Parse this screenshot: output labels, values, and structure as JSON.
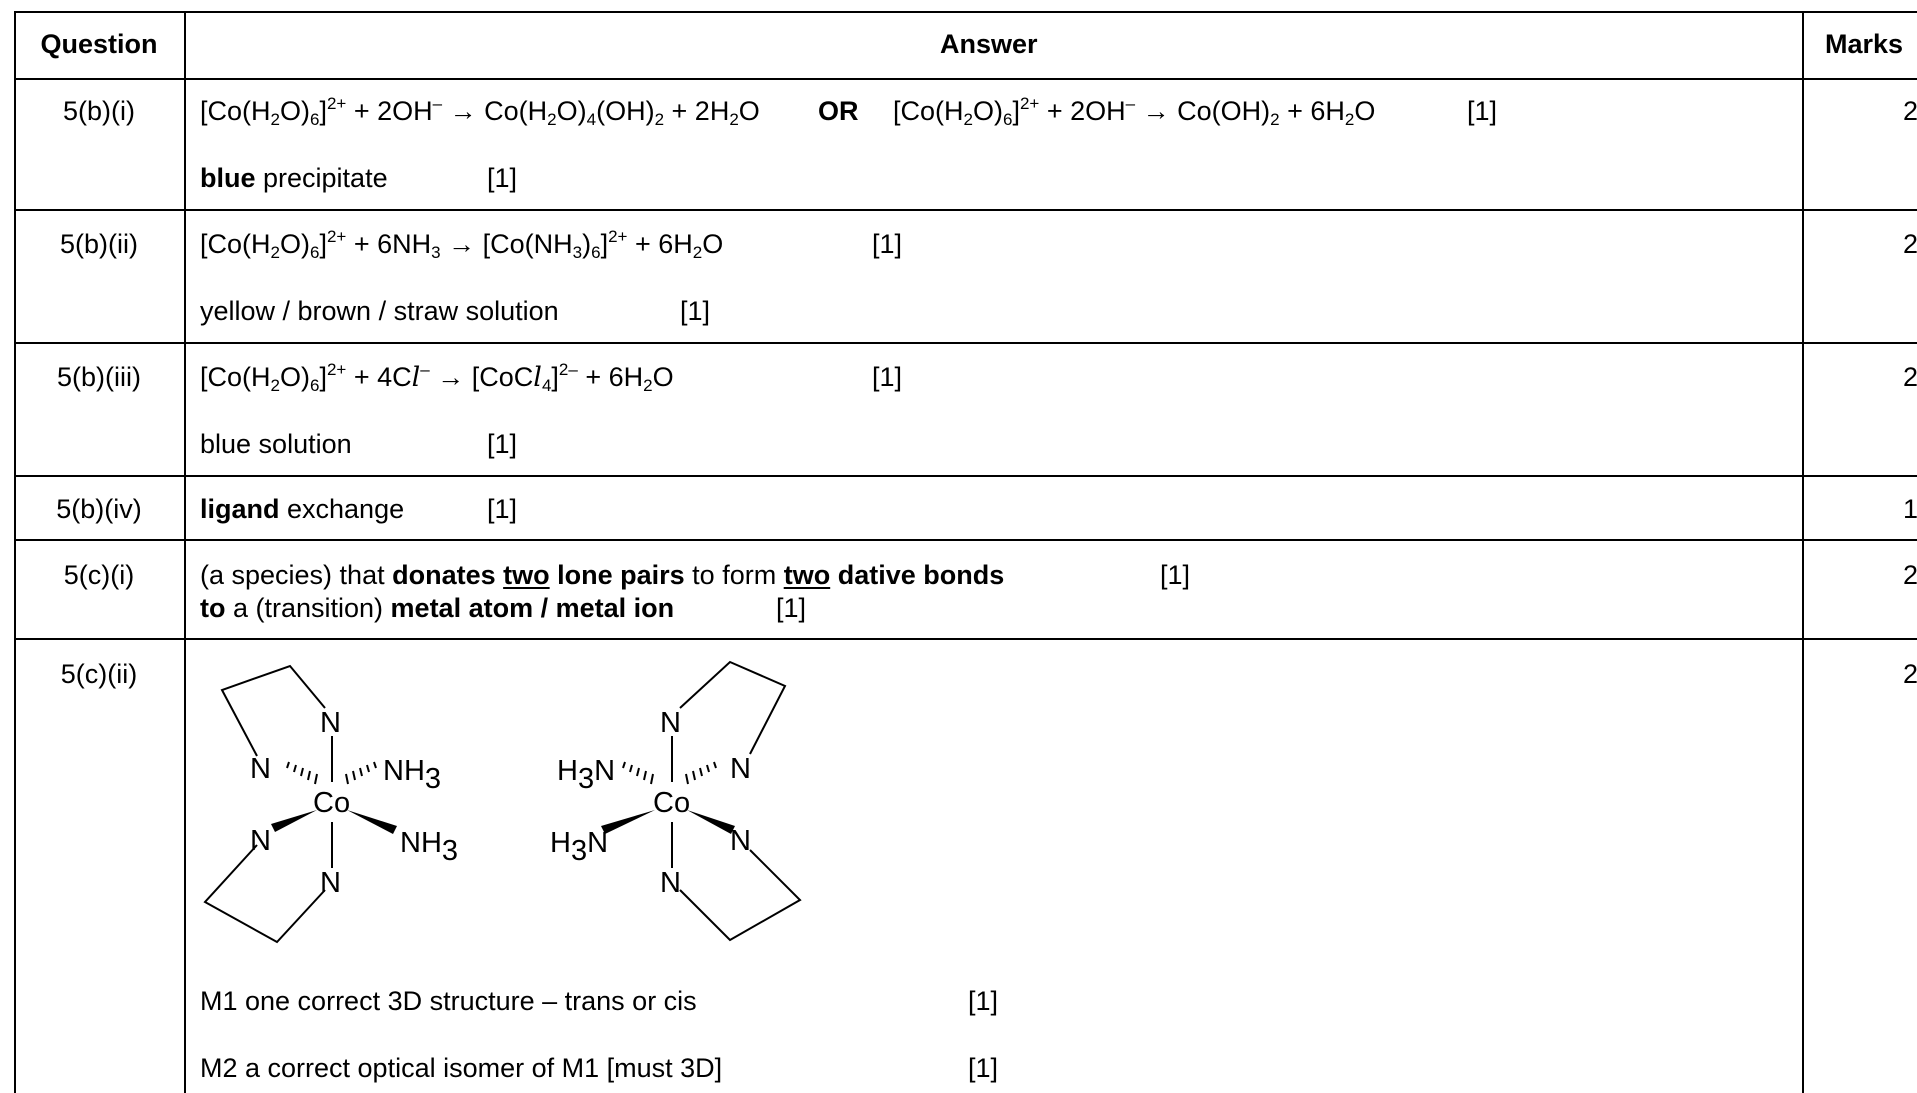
{
  "header": {
    "question": "Question",
    "answer": "Answer",
    "marks": "Marks"
  },
  "rows": [
    {
      "question": "5(b)(i)",
      "marks": "2",
      "line1": {
        "eq1_a": "[Co(H",
        "eq1_s1": "2",
        "eq1_b": "O)",
        "eq1_s2": "6",
        "eq1_c": "]",
        "eq1_sup": "2+",
        "eq1_d": " + 2OH",
        "eq1_sup2": "–",
        "eq1_e": " → Co(H",
        "eq1_s3": "2",
        "eq1_f": "O)",
        "eq1_s4": "4",
        "eq1_g": "(OH)",
        "eq1_s5": "2",
        "eq1_h": " + 2H",
        "eq1_s6": "2",
        "eq1_i": "O",
        "or": "OR",
        "eq2_a": "[Co(H",
        "eq2_s1": "2",
        "eq2_b": "O)",
        "eq2_s2": "6",
        "eq2_c": "]",
        "eq2_sup": "2+",
        "eq2_d": " + 2OH",
        "eq2_sup2": "–",
        "eq2_e": " → Co(OH)",
        "eq2_s3": "2",
        "eq2_f": " + 6H",
        "eq2_s4": "2",
        "eq2_g": "O",
        "mark": "[1]"
      },
      "line2": {
        "bold": "blue",
        "rest": " precipitate",
        "mark": "[1]"
      }
    },
    {
      "question": "5(b)(ii)",
      "marks": "2",
      "line1": {
        "a": "[Co(H",
        "s1": "2",
        "b": "O)",
        "s2": "6",
        "c": "]",
        "sup": "2+",
        "d": " + 6NH",
        "s3": "3",
        "e": " → [Co(NH",
        "s4": "3",
        "f": ")",
        "s5": "6",
        "g": "]",
        "sup2": "2+",
        "h": " + 6H",
        "s6": "2",
        "i": "O",
        "mark": "[1]"
      },
      "line2": {
        "text": "yellow / brown / straw solution",
        "mark": "[1]"
      }
    },
    {
      "question": "5(b)(iii)",
      "marks": "2",
      "line1": {
        "a": "[Co(H",
        "s1": "2",
        "b": "O)",
        "s2": "6",
        "c": "]",
        "sup": "2+",
        "d": " + 4C",
        "l1": "l",
        "sup2": "–",
        "e": " → [CoC",
        "l2": "l",
        "s3": "4",
        "f": "]",
        "sup3": "2–",
        "g": " + 6H",
        "s4": "2",
        "h": "O",
        "mark": "[1]"
      },
      "line2": {
        "text": "blue solution",
        "mark": "[1]"
      }
    },
    {
      "question": "5(b)(iv)",
      "marks": "1",
      "line1": {
        "bold": "ligand",
        "rest": " exchange",
        "mark": "[1]"
      }
    },
    {
      "question": "5(c)(i)",
      "marks": "2",
      "line1": {
        "t1": "(a species) that ",
        "b1": "donates ",
        "u1": "two",
        "b2": " lone pairs",
        "t2": " to form ",
        "u2": "two",
        "b3": " dative bonds",
        "mark": "[1]"
      },
      "line2": {
        "b1": "to",
        "t1": " a (transition) ",
        "b2": "metal atom / metal ion",
        "mark": "[1]"
      }
    },
    {
      "question": "5(c)(ii)",
      "marks": "2",
      "structures": {
        "atom_n": "N",
        "atom_co": "Co",
        "nh3_n": "NH",
        "nh3_sub": "3",
        "h3n_h": "H",
        "h3n_sub": "3",
        "h3n_n": "N"
      },
      "m1": {
        "text": "M1 one correct 3D structure – trans or cis",
        "mark": "[1]"
      },
      "m2": {
        "text": "M2 a correct optical isomer of M1 [must 3D]",
        "mark": "[1]"
      }
    }
  ]
}
